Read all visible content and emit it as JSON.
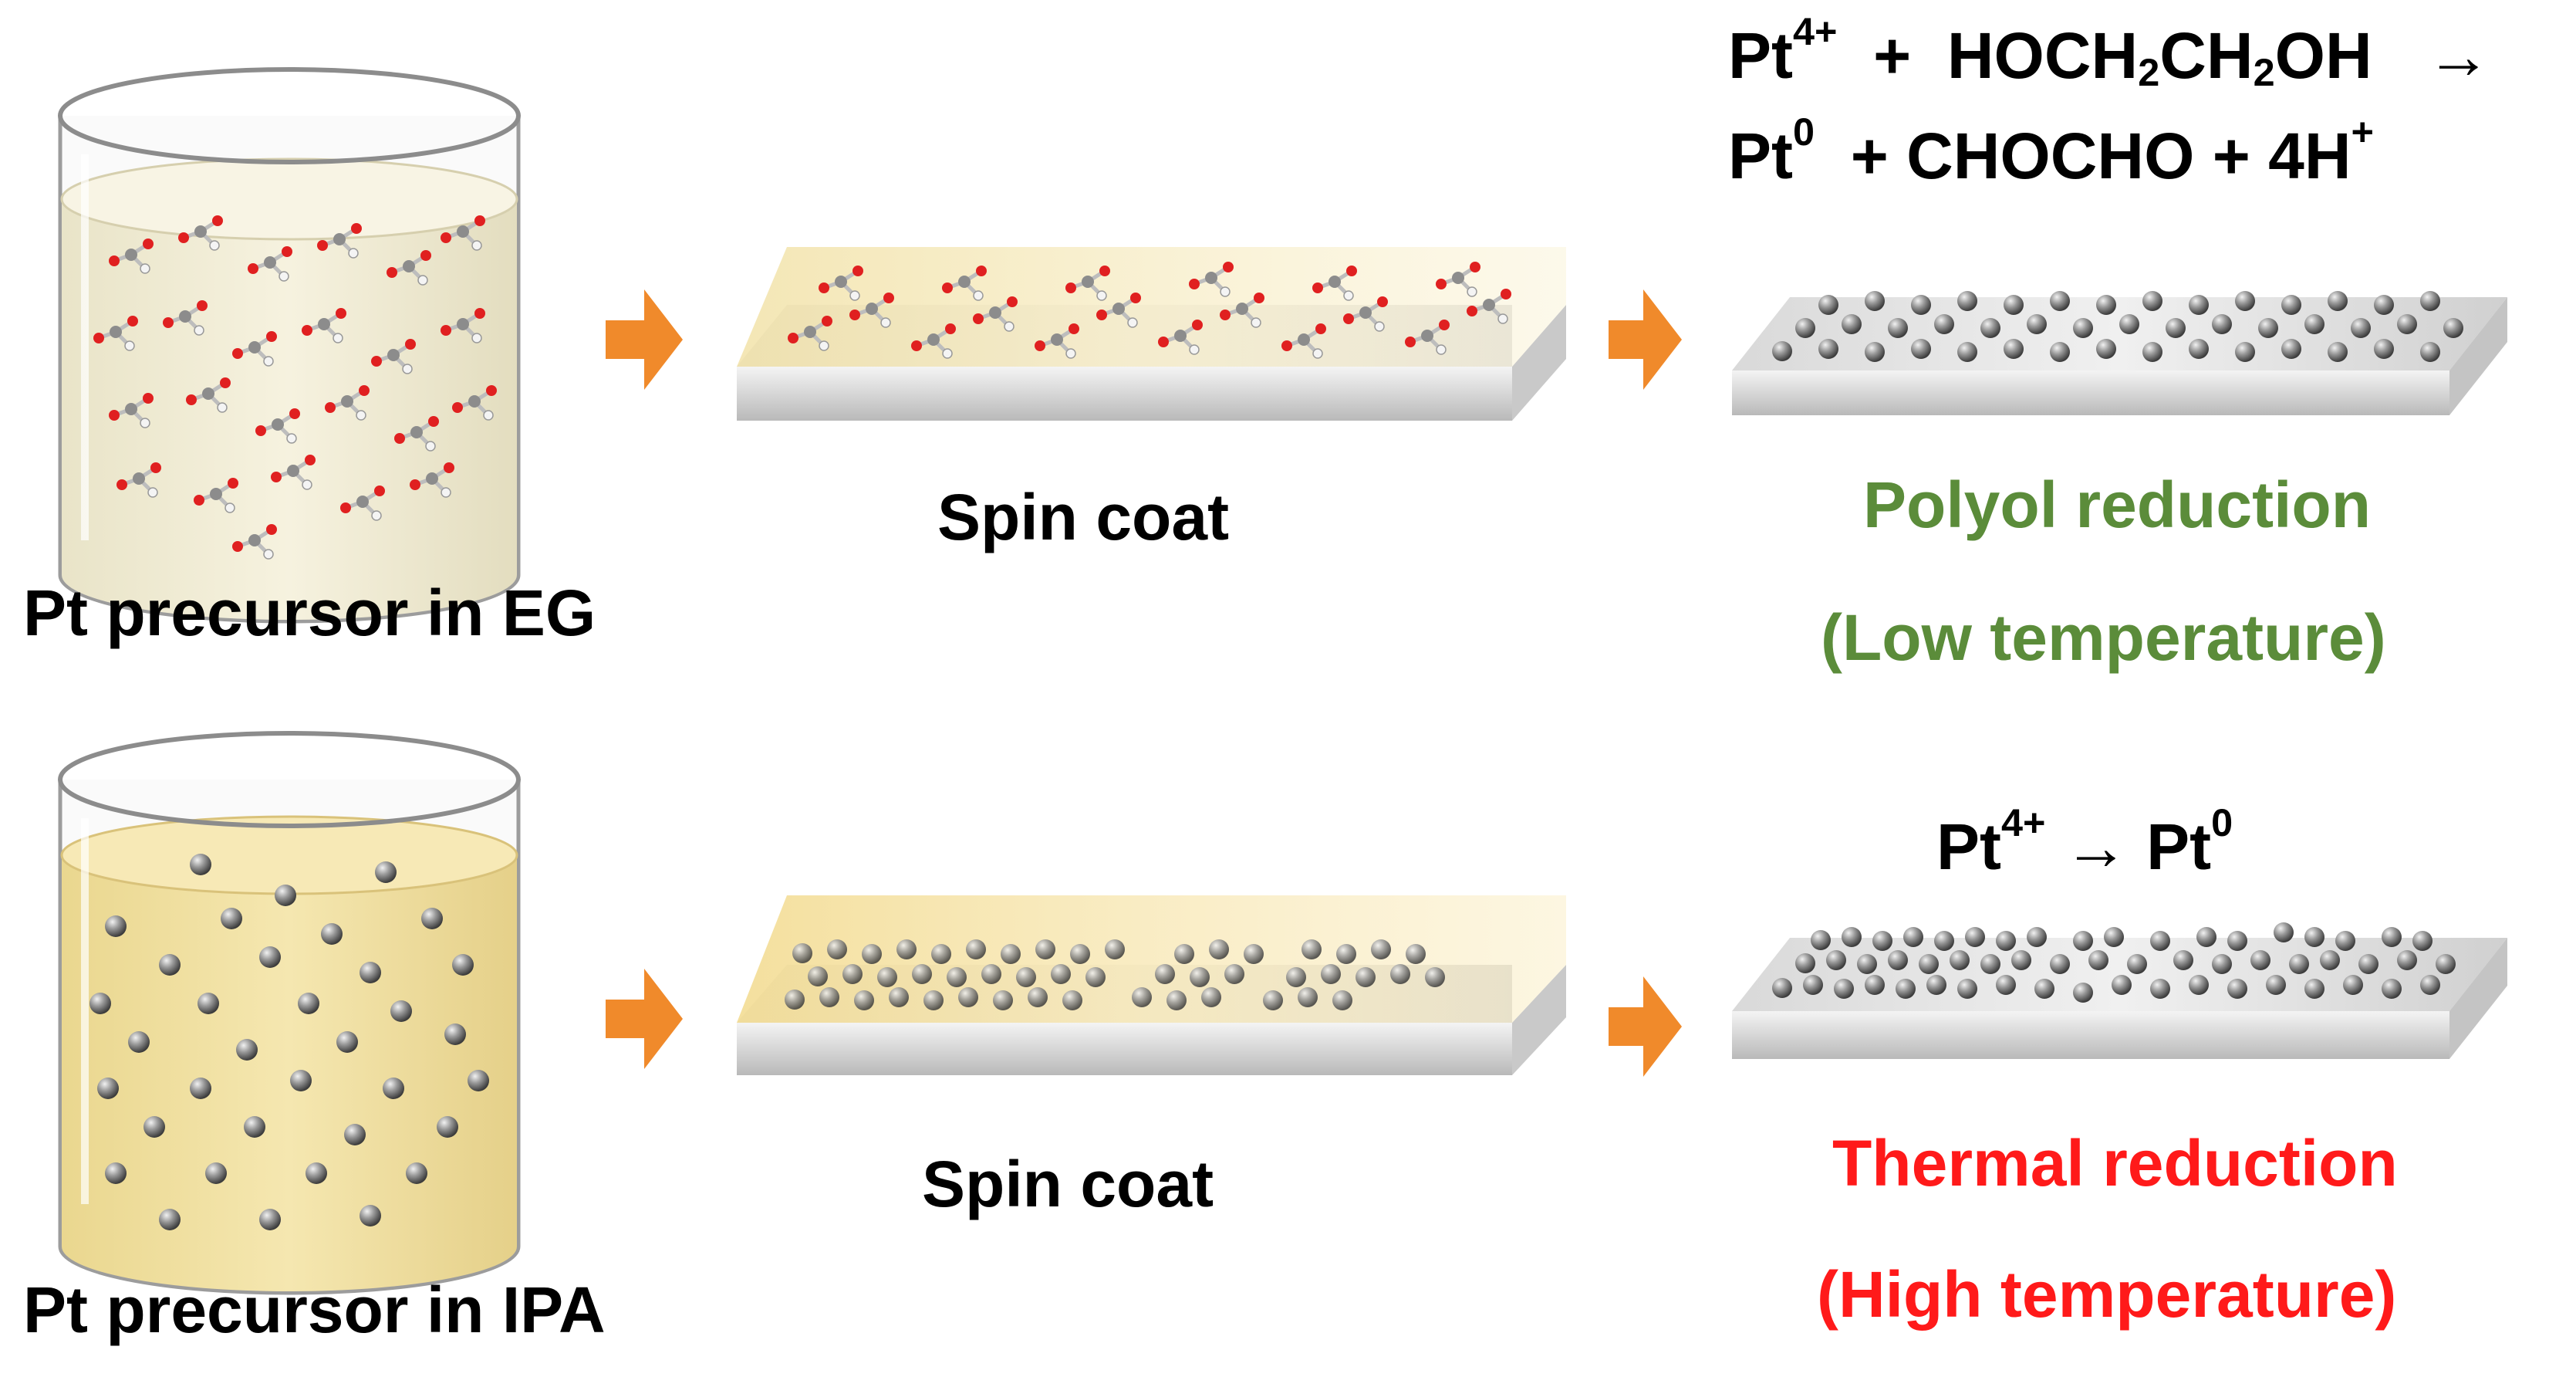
{
  "row1": {
    "beaker_label": "Pt precursor in EG",
    "step_label": "Spin coat",
    "result_label": "Polyol reduction",
    "result_condition": "(Low temperature)",
    "equation": {
      "line1": {
        "pt": "Pt",
        "pt_charge": "4+",
        "plus": "+",
        "reagent_a": "HOCH",
        "sub1": "2",
        "reagent_b": "CH",
        "sub2": "2",
        "reagent_c": "OH",
        "arrow": "→"
      },
      "line2": {
        "pt": "Pt",
        "pt_charge": "0",
        "products": "+ CHOCHO + 4H",
        "h_charge": "+"
      }
    }
  },
  "row2": {
    "beaker_label": "Pt precursor in IPA",
    "step_label": "Spin coat",
    "result_label": "Thermal reduction",
    "result_condition": "(High temperature)",
    "equation": {
      "pt": "Pt",
      "pt_charge": "4+",
      "arrow": "→",
      "pt2": "Pt",
      "pt2_charge": "0"
    }
  },
  "colors": {
    "arrow": "#F08A2B",
    "polyol_text": "#5B8C3A",
    "thermal_text": "#FF1A1A",
    "eg_solution": "#F3EFDA",
    "ipa_solution": "#F2E3A6",
    "substrate": "#E6E6E6"
  },
  "icons": [
    "beaker-icon",
    "substrate-slab-icon",
    "process-arrow-icon",
    "pt-particle-icon",
    "molecule-icon"
  ]
}
